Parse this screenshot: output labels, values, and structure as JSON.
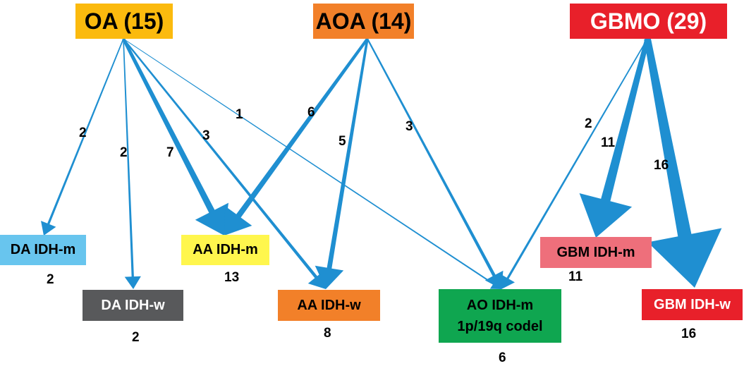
{
  "sources": {
    "oa": {
      "label": "OA (15)",
      "color": "#FBBA0E"
    },
    "aoa": {
      "label": "AOA (14)",
      "color": "#F28029"
    },
    "gbmo": {
      "label": "GBMO (29)",
      "color": "#E8202A"
    }
  },
  "targets": {
    "da_m": {
      "label": "DA IDH-m",
      "count": "2",
      "color": "#68C5EE",
      "text_color": "#000000"
    },
    "da_w": {
      "label": "DA IDH-w",
      "count": "2",
      "color": "#58595B",
      "text_color": "#ffffff"
    },
    "aa_m": {
      "label": "AA IDH-m",
      "count": "13",
      "color": "#FFF64D",
      "text_color": "#000000"
    },
    "aa_w": {
      "label": "AA IDH-w",
      "count": "8",
      "color": "#F28029",
      "text_color": "#000000"
    },
    "ao_m": {
      "label_line1": "AO IDH-m",
      "label_line2": "1p/19q codel",
      "count": "6",
      "color": "#0FA650",
      "text_color": "#000000"
    },
    "gbm_m": {
      "label": "GBM IDH-m",
      "count": "11",
      "color": "#EE6F7B",
      "text_color": "#000000"
    },
    "gbm_w": {
      "label": "GBM IDH-w",
      "count": "16",
      "color": "#E8202A",
      "text_color": "#ffffff"
    }
  },
  "edges": [
    {
      "from": "oa",
      "to": "da_m",
      "value": "2"
    },
    {
      "from": "oa",
      "to": "da_w",
      "value": "2"
    },
    {
      "from": "oa",
      "to": "aa_m",
      "value": "7"
    },
    {
      "from": "oa",
      "to": "aa_w",
      "value": "3"
    },
    {
      "from": "oa",
      "to": "ao_m",
      "value": "1"
    },
    {
      "from": "aoa",
      "to": "aa_m",
      "value": "6"
    },
    {
      "from": "aoa",
      "to": "aa_w",
      "value": "5"
    },
    {
      "from": "aoa",
      "to": "ao_m",
      "value": "3"
    },
    {
      "from": "gbmo",
      "to": "ao_m",
      "value": "2"
    },
    {
      "from": "gbmo",
      "to": "gbm_m",
      "value": "11"
    },
    {
      "from": "gbmo",
      "to": "gbm_w",
      "value": "16"
    }
  ],
  "colors": {
    "arrow": "#1F8FD1"
  }
}
